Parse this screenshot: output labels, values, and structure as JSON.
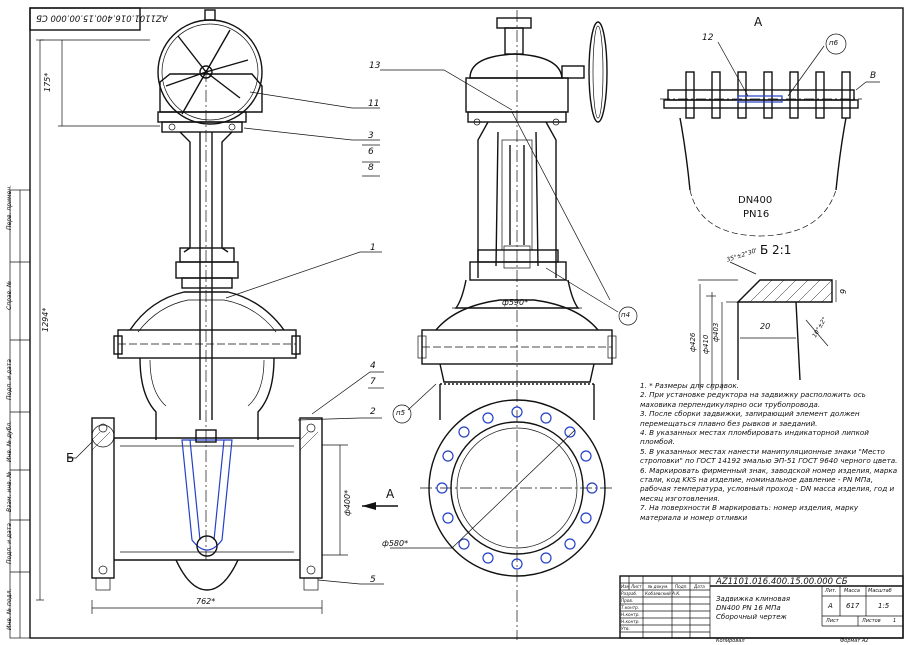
{
  "stamp_top": "AZ1101.016.400.15.00.000 СБ",
  "dimensions": {
    "d175": "175*",
    "d1294": "1294*",
    "d762": "762*",
    "d400": "ф400*",
    "d590": "ф590*",
    "d580": "ф580*"
  },
  "callouts": {
    "c1": "1",
    "c2": "2",
    "c3": "3",
    "c4": "4",
    "c5": "5",
    "c6": "6",
    "c7": "7",
    "c8": "8",
    "c11": "11",
    "c12": "12",
    "c13": "13",
    "p4": "п4",
    "p5": "п5",
    "p6": "п6",
    "b": "Б",
    "v": "В",
    "a_arrow": "А"
  },
  "view_a": {
    "title": "А",
    "dn": "DN400",
    "pn": "PN16"
  },
  "detail_b": {
    "title": "Б 2:1",
    "angle": "35°±2°30'",
    "d426": "ф426",
    "d410": "ф410",
    "d403": "ф403",
    "len20": "20",
    "len9": "9",
    "angle10": "10°±2°"
  },
  "notes": [
    "1. * Размеры для справок.",
    "2. При установке редуктора на задвижку расположить ось маховика перпендикулярно оси трубопровода.",
    "3. После сборки задвижки, запирающий элемент должен перемещаться плавно без рывков и заеданий.",
    "4. В указанных местах пломбировать индикаторной липкой пломбой.",
    "5. В указанных местах нанести манипуляционные знаки \"Место строповки\" по ГОСТ 14192 эмалью ЭП-51 ГОСТ 9640 черного цвета.",
    "6. Маркировать фирменный знак, заводской номер изделия, марка стали, код KKS на изделие, номинальное давление - PN МПа, рабочая температура, условный проход - DN масса изделия, год и месяц изготовления.",
    "7. На поверхности В маркировать: номер изделия, марку материала и номер отливки"
  ],
  "title_block": {
    "designation": "AZ1101.016.400.15.00.000 СБ",
    "name_line1": "Задвижка клиновая",
    "name_line2": "DN400 PN 16 МПа",
    "name_line3": "Сборочный чертеж",
    "lit_header": "Лит.",
    "mass_header": "Масса",
    "scale_header": "Масштаб",
    "lit_value": "А",
    "mass_value": "617",
    "scale_value": "1:5",
    "sheet_label": "Лист",
    "sheets_label": "Листов",
    "sheets_value": "1",
    "col_izm": "Изм",
    "col_list": "Лист",
    "col_ndoc": "№ докум.",
    "col_podp": "Подп.",
    "col_data": "Дата",
    "row_razrab": "Разраб.",
    "razrab_name": "Кобзевский А.К.",
    "row_prov": "Пров.",
    "row_tkontr": "Т.контр.",
    "row_nkontr1": "Н.контр.",
    "row_nkontr2": "Н.контр.",
    "row_utv": "Утв.",
    "copied": "Копировал",
    "format": "Формат  А2"
  },
  "side_strip": [
    "Перв. примен.",
    "Справ. №",
    "Подп. и дата",
    "Инв. № дубл.",
    "Взам. инв. №",
    "Подп. и дата",
    "Инв. № подл."
  ]
}
